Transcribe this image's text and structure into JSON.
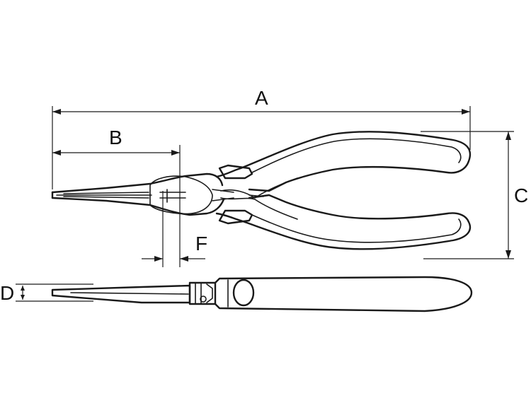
{
  "dimensions": {
    "a": "A",
    "b": "B",
    "c": "C",
    "d": "D",
    "f": "F"
  },
  "colors": {
    "line": "#1a1a1a",
    "background": "#ffffff"
  }
}
